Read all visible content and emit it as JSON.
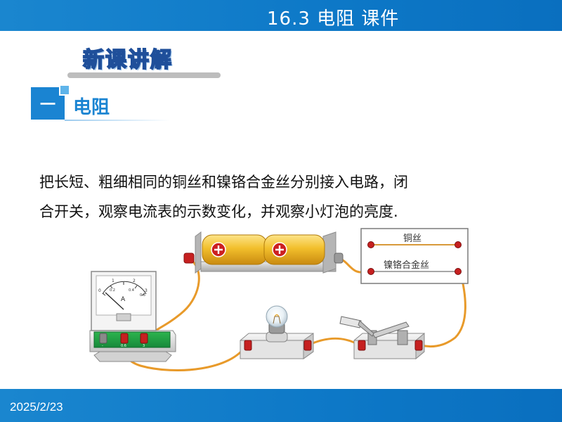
{
  "header": {
    "title": "16.3 电阻 课件"
  },
  "section": {
    "title": "新课讲解"
  },
  "subsection": {
    "number": "一",
    "title": "电阻"
  },
  "paragraph": {
    "line1": "把长短、粗细相同的铜丝和镍铬合金丝分别接入电路，闭",
    "line2": "合开关，观察电流表的示数变化，并观察小灯泡的亮度."
  },
  "circuit": {
    "board_labels": [
      "铜丝",
      "镍铬合金丝"
    ],
    "ammeter": {
      "unit": "A",
      "scale_outer": [
        "0",
        "1",
        "2",
        "3"
      ],
      "scale_inner": [
        "0.2",
        "0.4",
        "0.6"
      ],
      "terminal_labels": [
        "-",
        "0.6",
        "3"
      ]
    }
  },
  "footer": {
    "date": "2025/2/23"
  },
  "colors": {
    "bar_blue": "#1a84d2",
    "wire_orange": "#e89a2a",
    "battery_gold": "#e8b020",
    "terminal_red": "#c62020"
  }
}
